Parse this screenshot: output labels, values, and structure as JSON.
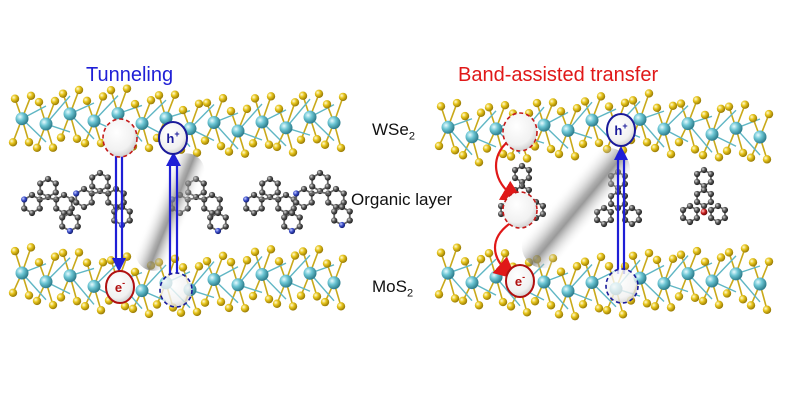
{
  "titles": {
    "left": "Tunneling",
    "right": "Band-assisted transfer"
  },
  "colors": {
    "tunneling": "#1f1fd6",
    "band_assisted": "#e01818",
    "electron": "#b01010",
    "hole": "#1a1a9a",
    "metal_atom": "#5fb6c4",
    "chalcogen_atom": "#e6c51a",
    "carbon": "#555555",
    "nitrogen": "#3a4cc9",
    "oxygen": "#cc2222"
  },
  "labels": {
    "wse2": {
      "base": "WSe",
      "sub": "2"
    },
    "organic": "Organic layer",
    "mos2": {
      "base": "MoS",
      "sub": "2"
    }
  },
  "carriers": {
    "electron": {
      "base": "e",
      "sup": "-"
    },
    "hole": {
      "base": "h",
      "sup": "+"
    }
  },
  "icons": [
    "wse2-lattice",
    "mos2-lattice",
    "organic-molecule",
    "electron-sphere",
    "hole-sphere",
    "tunneling-arrow",
    "hopping-arrow",
    "transfer-glow"
  ]
}
